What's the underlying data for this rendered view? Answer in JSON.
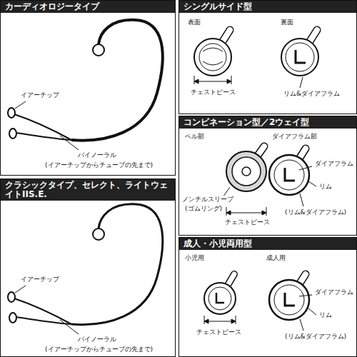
{
  "diagram": {
    "nodes": [
      {
        "text": [
          "カーディオロジータイプ"
        ]
      },
      {
        "text": [
          "クラシックタイプ、セレクト、ライトウェイトIIS.E."
        ]
      },
      {
        "text": [
          "シングルサイド型"
        ]
      },
      {
        "text": [
          "コンビネーション型／2ウェイ型"
        ]
      },
      {
        "text": [
          "成人・小児両用型"
        ]
      }
    ],
    "labels": [
      "イアーチップ",
      "バイノーラル",
      "(イアーチップからチューブの先まで)",
      "イアーチップ",
      "バイノーラル",
      "(イアーチップからチューブの先まで)",
      "表面",
      "裏面",
      "チェストピース",
      "リム&ダイアフラム",
      "ベル部",
      "ダイアフラム部",
      "ノンチルスリーブ",
      "(ゴムリング)",
      "チェストピース",
      "ダイアフラム",
      "リム",
      "(リム&ダイアフラム)",
      "小児用",
      "成人用",
      "チェストピース",
      "ダイアフラム",
      "リム",
      "(リム&ダイアフラム)"
    ]
  }
}
